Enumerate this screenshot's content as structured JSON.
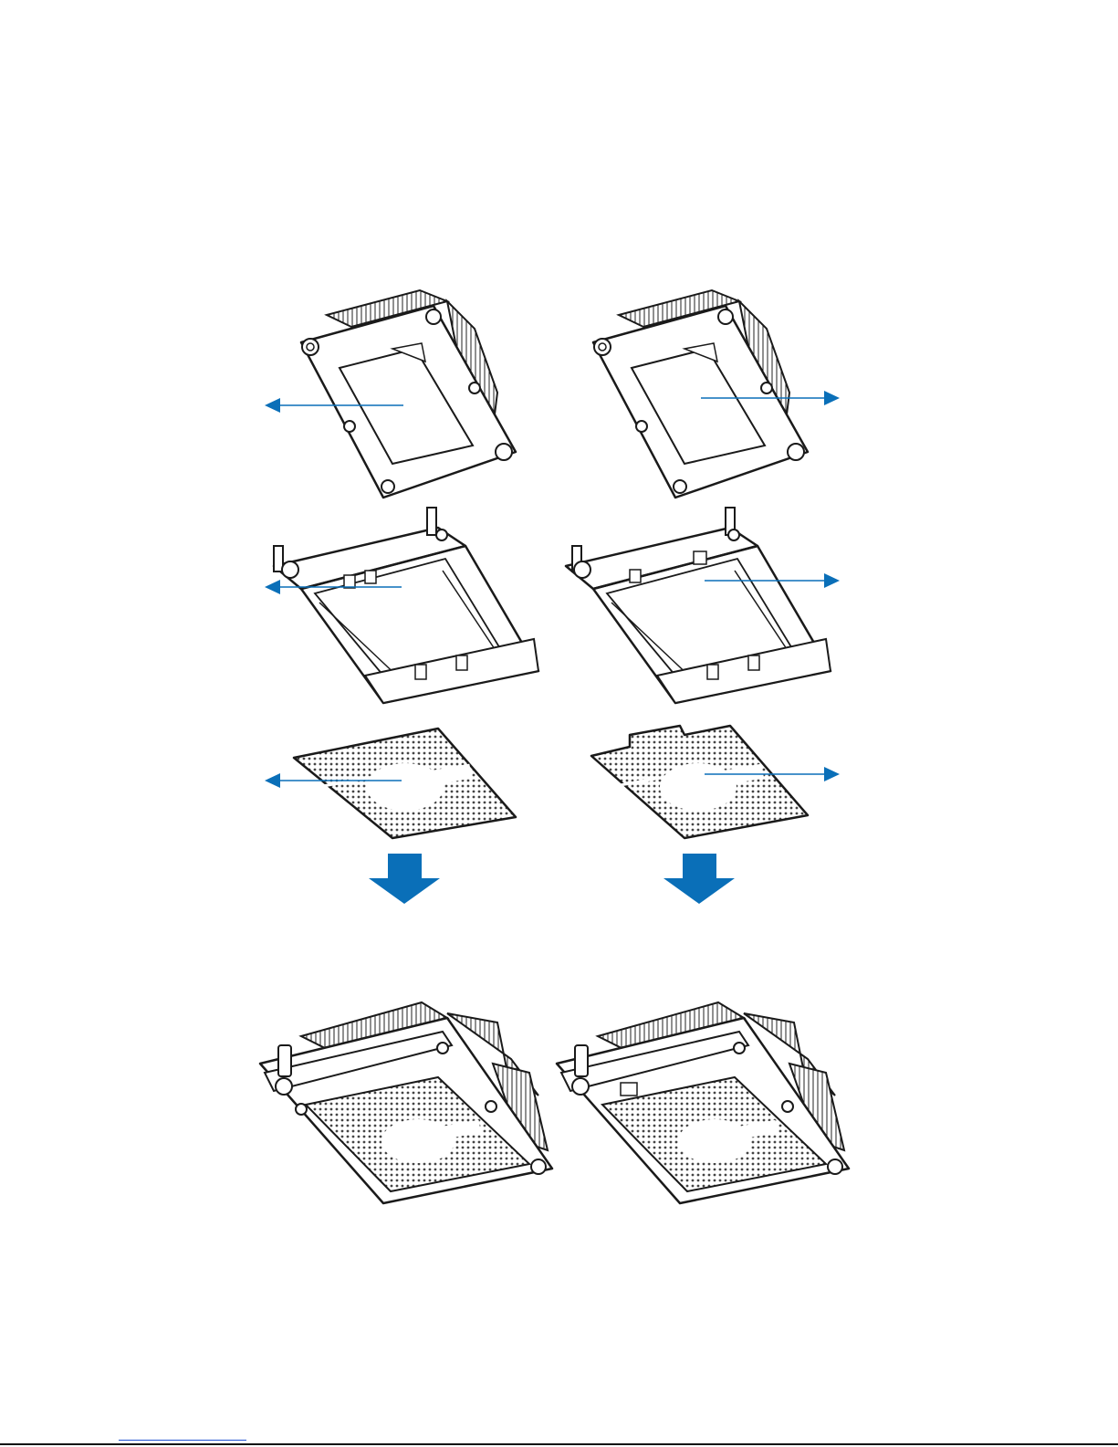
{
  "colors": {
    "line": "#1a1a1a",
    "callout_blue": "#0a6fb8",
    "paper": "#ffffff",
    "footer_line": "#111111",
    "footer_link": "#1f4fd1"
  },
  "labels": {},
  "panels": [
    {
      "side": "left",
      "parts": [
        "heatsink",
        "processor-clip",
        "processor"
      ],
      "callout_direction": "left"
    },
    {
      "side": "right",
      "parts": [
        "heatsink",
        "processor-clip",
        "processor"
      ],
      "callout_direction": "right"
    }
  ],
  "icons": {
    "assembly": "down-arrow-icon",
    "callout": "callout-arrow-icon"
  }
}
